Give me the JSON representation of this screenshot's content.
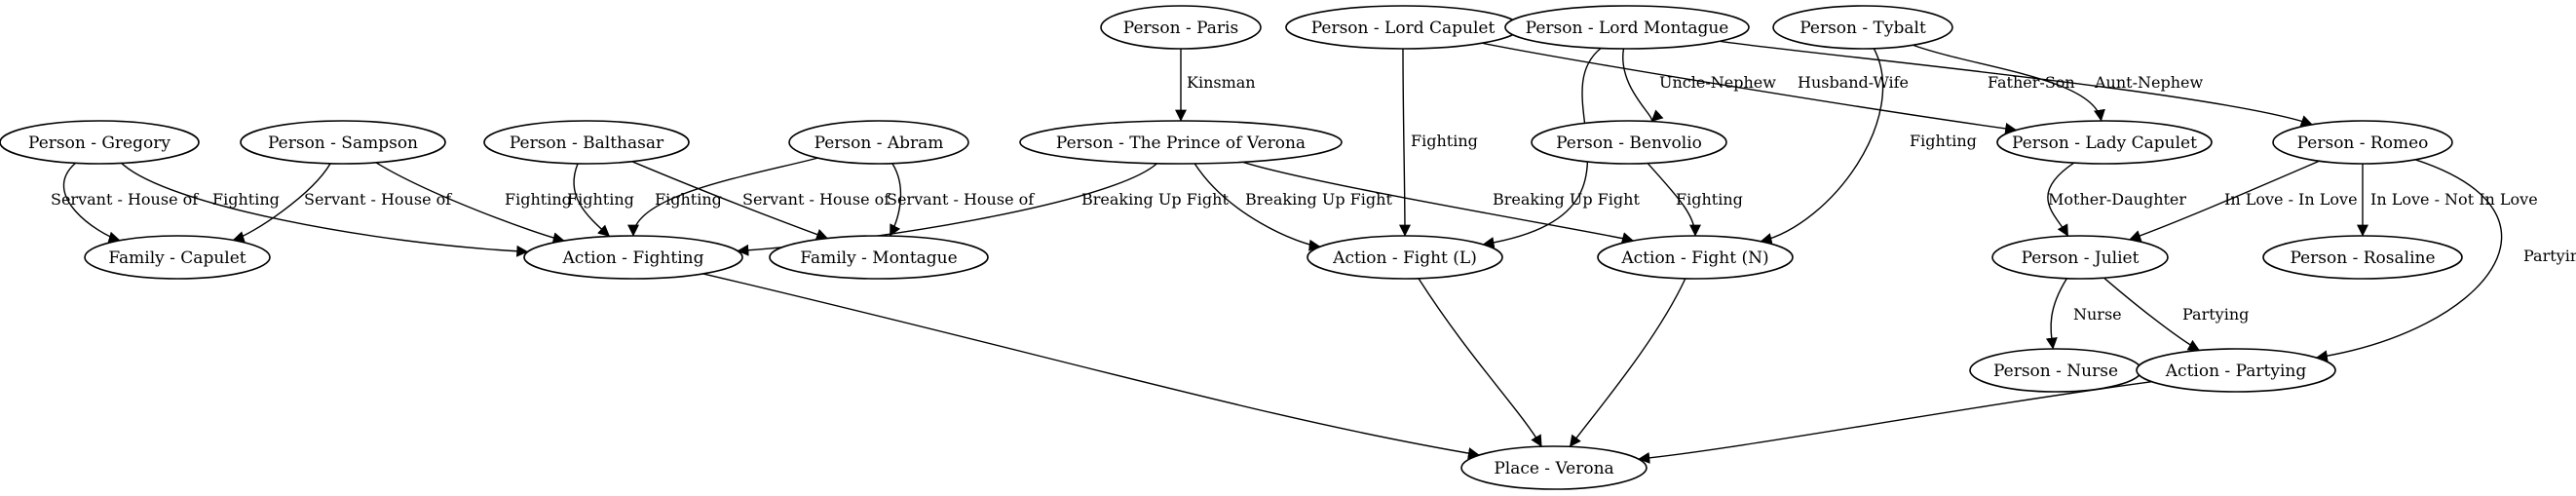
{
  "nodes": {
    "paris": "Person - Paris",
    "lord_capulet": "Person - Lord Capulet",
    "lord_montague": "Person - Lord Montague",
    "tybalt": "Person - Tybalt",
    "gregory": "Person - Gregory",
    "sampson": "Person - Sampson",
    "balthasar": "Person - Balthasar",
    "abram": "Person - Abram",
    "prince": "Person - The Prince of Verona",
    "benvolio": "Person - Benvolio",
    "lady_capulet": "Person - Lady Capulet",
    "romeo": "Person - Romeo",
    "family_capulet": "Family - Capulet",
    "action_fighting": "Action - Fighting",
    "family_montague": "Family - Montague",
    "fight_l": "Action - Fight (L)",
    "fight_n": "Action - Fight (N)",
    "juliet": "Person - Juliet",
    "rosaline": "Person - Rosaline",
    "nurse": "Person - Nurse",
    "partying": "Action - Partying",
    "verona": "Place - Verona"
  },
  "edges": [
    {
      "from": "paris",
      "to": "prince",
      "label": "Kinsman"
    },
    {
      "from": "lord_capulet",
      "to": "fight_l",
      "label": "Fighting"
    },
    {
      "from": "lord_capulet",
      "to": "lady_capulet",
      "label": "Husband-Wife"
    },
    {
      "from": "lord_montague",
      "to": "benvolio",
      "label": "Uncle-Nephew"
    },
    {
      "from": "lord_montague",
      "to": "fight_l",
      "label": "Fighting"
    },
    {
      "from": "lord_montague",
      "to": "romeo",
      "label": "Father-Son"
    },
    {
      "from": "tybalt",
      "to": "lady_capulet",
      "label": "Aunt-Nephew"
    },
    {
      "from": "tybalt",
      "to": "fight_n",
      "label": "Fighting"
    },
    {
      "from": "gregory",
      "to": "family_capulet",
      "label": "Servant - House of"
    },
    {
      "from": "gregory",
      "to": "action_fighting",
      "label": "Fighting"
    },
    {
      "from": "sampson",
      "to": "family_capulet",
      "label": "Servant - House of"
    },
    {
      "from": "sampson",
      "to": "action_fighting",
      "label": "Fighting"
    },
    {
      "from": "balthasar",
      "to": "action_fighting",
      "label": "Fighting"
    },
    {
      "from": "balthasar",
      "to": "family_montague",
      "label": "Servant - House of"
    },
    {
      "from": "abram",
      "to": "action_fighting",
      "label": "Fighting"
    },
    {
      "from": "abram",
      "to": "family_montague",
      "label": "Servant - House of"
    },
    {
      "from": "prince",
      "to": "action_fighting",
      "label": "Breaking Up Fight"
    },
    {
      "from": "prince",
      "to": "fight_l",
      "label": "Breaking Up Fight"
    },
    {
      "from": "prince",
      "to": "fight_n",
      "label": "Breaking Up Fight"
    },
    {
      "from": "benvolio",
      "to": "fight_n",
      "label": "Fighting"
    },
    {
      "from": "lady_capulet",
      "to": "juliet",
      "label": "Mother-Daughter"
    },
    {
      "from": "romeo",
      "to": "juliet",
      "label": "In Love - In Love"
    },
    {
      "from": "romeo",
      "to": "rosaline",
      "label": "In Love - Not In Love"
    },
    {
      "from": "romeo",
      "to": "partying",
      "label": "Partying"
    },
    {
      "from": "juliet",
      "to": "nurse",
      "label": "Nurse"
    },
    {
      "from": "juliet",
      "to": "partying",
      "label": "Partying"
    },
    {
      "from": "action_fighting",
      "to": "verona",
      "label": ""
    },
    {
      "from": "fight_l",
      "to": "verona",
      "label": ""
    },
    {
      "from": "fight_n",
      "to": "verona",
      "label": ""
    },
    {
      "from": "partying",
      "to": "verona",
      "label": ""
    }
  ]
}
